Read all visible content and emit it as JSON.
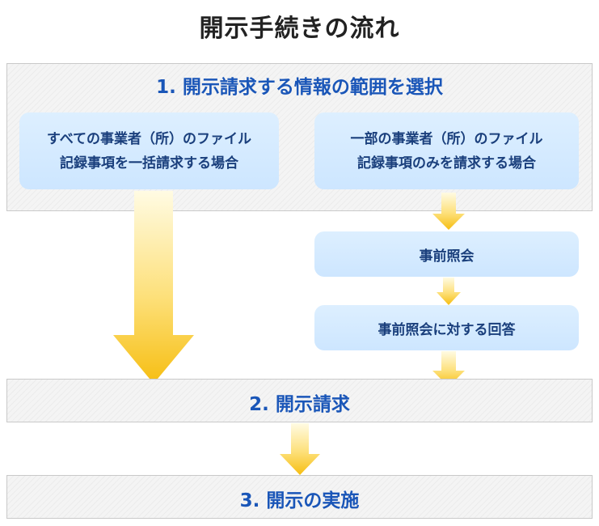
{
  "diagram": {
    "title": "開示手続きの流れ",
    "step1": {
      "heading": "1. 開示請求する情報の範囲を選択",
      "case_all": {
        "line1": "すべての事業者（所）のファイル",
        "line2": "記録事項を一括請求する場合"
      },
      "case_partial": {
        "line1": "一部の事業者（所）のファイル",
        "line2": "記録事項のみを請求する場合"
      }
    },
    "pre_inquiry": "事前照会",
    "pre_inquiry_answer": "事前照会に対する回答",
    "step2": {
      "heading": "2. 開示請求"
    },
    "step3": {
      "heading": "3. 開示の実施"
    },
    "colors": {
      "heading_blue": "#1a56b8",
      "box_fill": "#d5eaff",
      "arrow_top": "#fff9d8",
      "arrow_bottom": "#f6c21a"
    }
  }
}
